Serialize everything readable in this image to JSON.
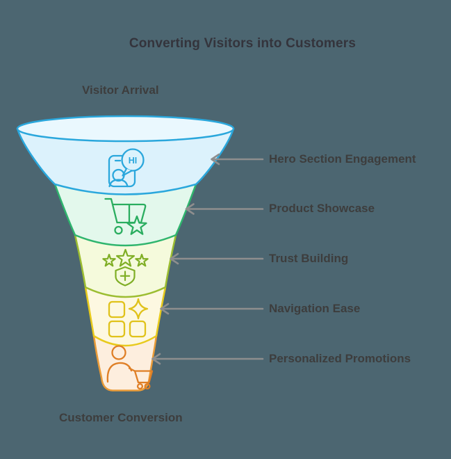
{
  "title": "Converting Visitors into Customers",
  "funnel": {
    "entry_label": "Visitor Arrival",
    "exit_label": "Customer Conversion",
    "bowl_fill": "#eaf8fe",
    "stages": [
      {
        "label": "Hero Section Engagement",
        "icon": "person-phone-hi-greeting",
        "bubble_text": "HI",
        "fill": "#dcf2fc",
        "stroke": "#2aa7dc",
        "icon_color": "#2aa7dc"
      },
      {
        "label": "Product Showcase",
        "icon": "shopping-cart-star",
        "fill": "#e3f8ec",
        "stroke": "#2fb56e",
        "icon_color": "#2aad5f"
      },
      {
        "label": "Trust Building",
        "icon": "rating-stars-shield-plus",
        "fill": "#f5fadc",
        "stroke": "#9cbd31",
        "icon_color": "#7fae25"
      },
      {
        "label": "Navigation Ease",
        "icon": "menu-squares-sparkle",
        "fill": "#fdf8e1",
        "stroke": "#e8ca1c",
        "icon_color": "#e0c21a"
      },
      {
        "label": "Personalized Promotions",
        "icon": "customer-with-cart",
        "fill": "#fdeede",
        "stroke": "#ea9b38",
        "icon_color": "#df7f26"
      }
    ]
  },
  "colors": {
    "background": "#4c6671",
    "title_text": "#34343c",
    "label_text": "#3d3d3d",
    "arrow": "#8e8e8e"
  }
}
